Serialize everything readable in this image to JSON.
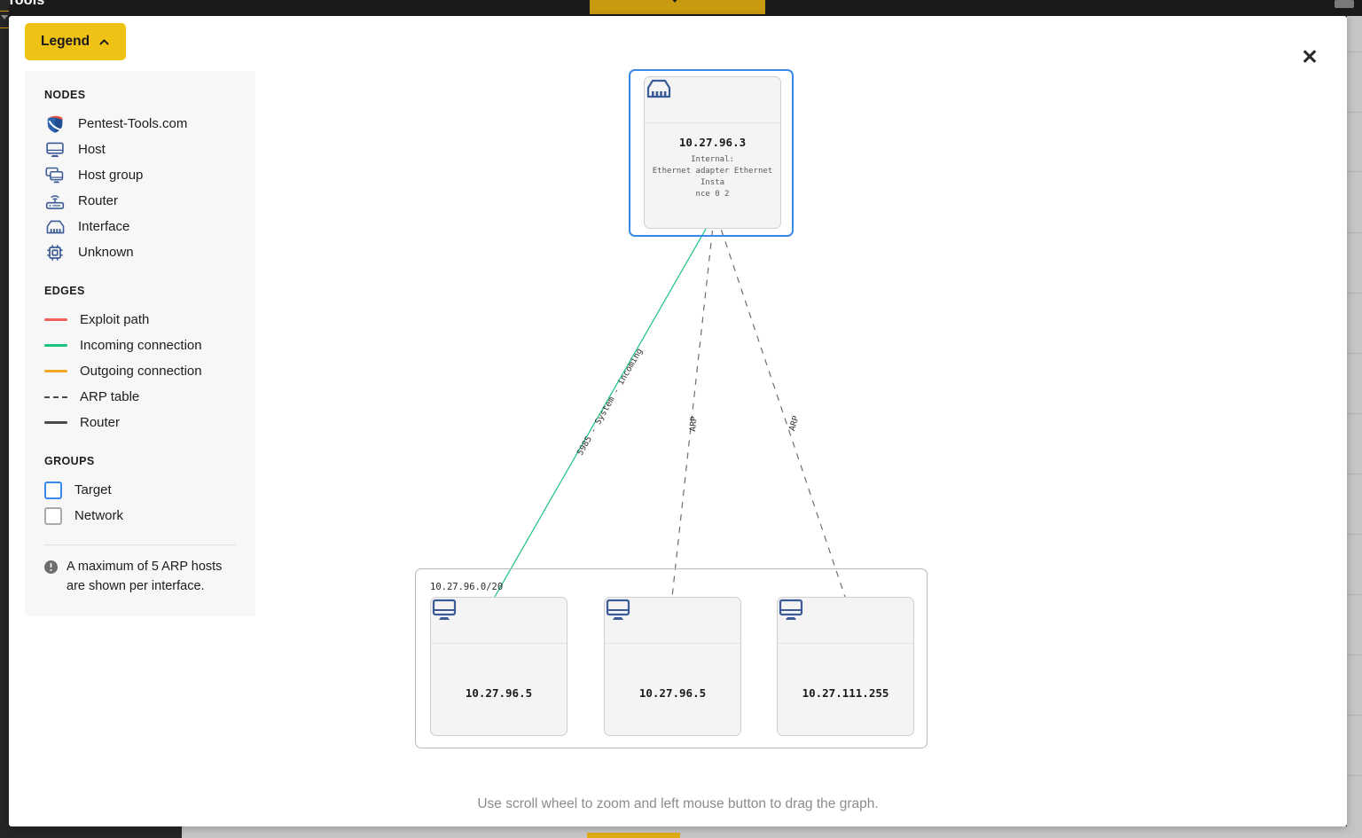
{
  "background": {
    "app_title": "Tools"
  },
  "modal": {
    "close_label": "✕",
    "hint": "Use scroll wheel to zoom and left mouse button to drag the graph."
  },
  "legend": {
    "button_label": "Legend",
    "sections": {
      "nodes_heading": "NODES",
      "edges_heading": "EDGES",
      "groups_heading": "GROUPS"
    },
    "nodes": [
      {
        "icon": "shield-icon",
        "label": "Pentest-Tools.com"
      },
      {
        "icon": "monitor-icon",
        "label": "Host"
      },
      {
        "icon": "monitor-group-icon",
        "label": "Host group"
      },
      {
        "icon": "router-icon",
        "label": "Router"
      },
      {
        "icon": "ethernet-port-icon",
        "label": "Interface"
      },
      {
        "icon": "chip-icon",
        "label": "Unknown"
      }
    ],
    "edges": [
      {
        "label": "Exploit path",
        "color": "#f2625c",
        "style": "solid"
      },
      {
        "label": "Incoming connection",
        "color": "#19c37d",
        "style": "solid"
      },
      {
        "label": "Outgoing connection",
        "color": "#f5a623",
        "style": "solid"
      },
      {
        "label": "ARP table",
        "color": "#4a4a4a",
        "style": "dashed"
      },
      {
        "label": "Router",
        "color": "#4a4a4a",
        "style": "solid"
      }
    ],
    "groups": [
      {
        "label": "Target",
        "color": "#3a87e8"
      },
      {
        "label": "Network",
        "color": "#a9a9a9"
      }
    ],
    "note": "A maximum of 5 ARP hosts are shown per interface."
  },
  "graph": {
    "target_group": {
      "label": ""
    },
    "network_group": {
      "label": "10.27.96.0/20"
    },
    "nodes": [
      {
        "id": "interface",
        "icon": "ethernet-port-icon",
        "ip": "10.27.96.3",
        "sub": "Internal:\nEthernet adapter Ethernet Instance 0 2"
      },
      {
        "id": "host1",
        "icon": "monitor-icon",
        "ip": "10.27.96.5",
        "sub": ""
      },
      {
        "id": "host2",
        "icon": "monitor-icon",
        "ip": "10.27.96.5",
        "sub": ""
      },
      {
        "id": "host3",
        "icon": "monitor-icon",
        "ip": "10.27.111.255",
        "sub": ""
      }
    ],
    "edges": [
      {
        "from": "interface",
        "to": "host1",
        "label": "5985 - System - incoming",
        "kind": "incoming",
        "color": "#19c37d",
        "style": "solid"
      },
      {
        "from": "interface",
        "to": "host2",
        "label": "ARP",
        "kind": "arp",
        "color": "#6d6d6d",
        "style": "dashed"
      },
      {
        "from": "interface",
        "to": "host3",
        "label": "ARP",
        "kind": "arp",
        "color": "#6d6d6d",
        "style": "dashed"
      }
    ]
  }
}
